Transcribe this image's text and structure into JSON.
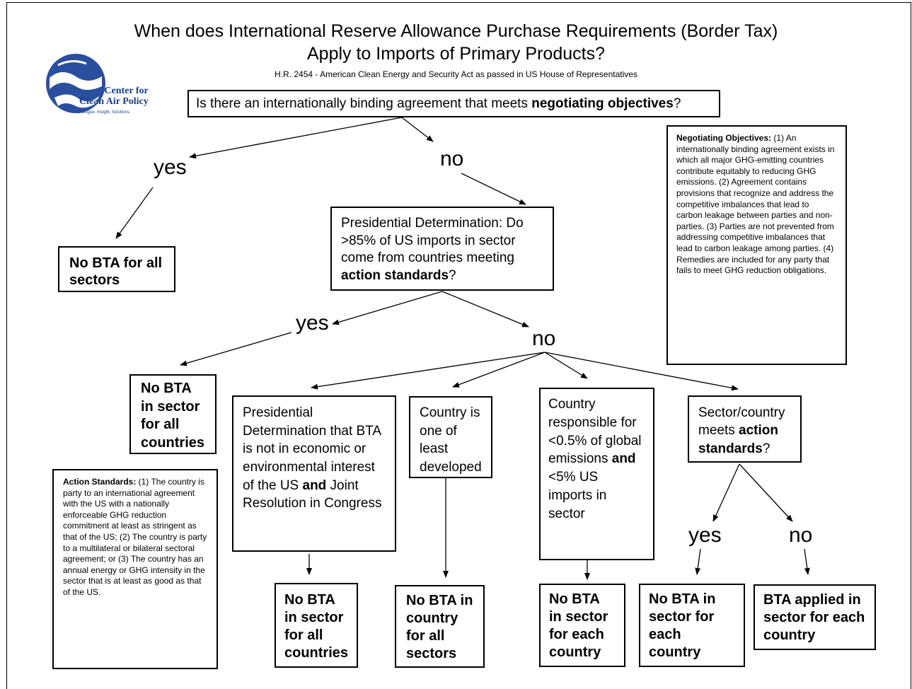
{
  "title": {
    "line1": "When does International Reserve Allowance Purchase Requirements (Border Tax)",
    "line2": "Apply to Imports of Primary Products?",
    "subtitle": "H.R. 2454 - American Clean Energy and Security Act as passed in US House of Representatives"
  },
  "logo": {
    "line1": "Center for",
    "line2": "Clean Air Policy",
    "tagline": "Dialogue. Insight. Solutions."
  },
  "q1": {
    "pre": "Is there an internationally binding agreement that meets ",
    "bold": "negotiating objectives",
    "post": "?"
  },
  "yes1": "yes",
  "no1": "no",
  "box_no_bta_all_sectors": "No BTA for all sectors",
  "q2": {
    "pre": "Presidential Determination: Do >85% of US imports in sector come from countries meeting ",
    "bold": "action standards",
    "post": "?"
  },
  "yes2": "yes",
  "no2": "no",
  "box_no_bta_sector_all_countries_1": "No BTA in sector for all countries",
  "negotiating_objectives": {
    "heading": "Negotiating Objectives:",
    "body": " (1) An internationally binding agreement exists in which all major GHG-emitting countries contribute equitably to reducing GHG emissions. (2) Agreement contains provisions that recognize and address the competitive imbalances that lead to carbon leakage between parties and non-parties. (3) Parties are not prevented from addressing competitive imbalances that lead to carbon leakage among parties. (4) Remedies are included for any party that fails to meet GHG reduction obligations."
  },
  "action_standards": {
    "heading": "Action Standards:",
    "body": " (1) The country is party to an international agreement with the US with a nationally enforceable GHG reduction commitment at least as stringent as that of the US; (2) The country is party to a multilateral or bilateral sectoral agreement; or (3) The country has an annual energy or GHG intensity in the sector that is at least as good as that of the US."
  },
  "branch_presidential": {
    "pre": "Presidential Determination that BTA is not in economic or environmental interest of the US ",
    "bold": "and",
    "post": " Joint Resolution in Congress"
  },
  "branch_least_developed": "Country is one of least developed",
  "branch_responsible": {
    "pre": "Country responsible for <0.5% of global emissions ",
    "bold": "and",
    "post": " <5% US imports in sector"
  },
  "branch_sector_country": {
    "pre": "Sector/country meets ",
    "bold": "action standards",
    "post": "?"
  },
  "yes3": "yes",
  "no3": "no",
  "out_no_bta_sector_all_countries_2": "No BTA in sector for all countries",
  "out_no_bta_country_all_sectors": "No BTA in country for all sectors",
  "out_no_bta_sector_each_country_1": "No BTA in sector for each country",
  "out_no_bta_sector_each_country_2": "No BTA in sector for each country",
  "out_bta_applied": "BTA applied in sector for each country"
}
